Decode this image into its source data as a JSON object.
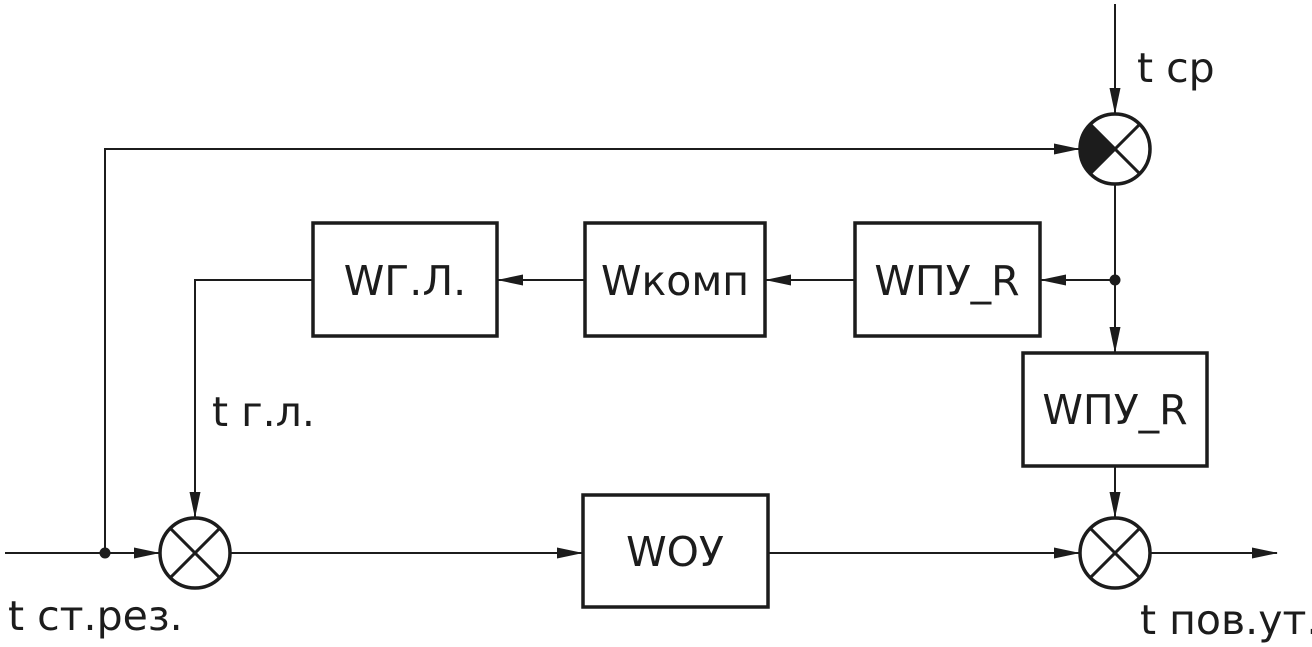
{
  "diagram": {
    "background": "#ffffff",
    "line_color": "#1c1c1c",
    "blocks": [
      {
        "id": "wgl",
        "label": "WГ.Л."
      },
      {
        "id": "wkomp",
        "label": "Wкомп"
      },
      {
        "id": "wpu_r_mid",
        "label": "WПУ_R"
      },
      {
        "id": "wpu_r_right",
        "label": "WПУ_R"
      },
      {
        "id": "wou",
        "label": "WОУ"
      }
    ],
    "signals": {
      "t_sr": "t ср",
      "t_gl": "t г.л.",
      "t_st_rez": "t ст.рез.",
      "t_pov_ut": "t пов.ут."
    }
  }
}
